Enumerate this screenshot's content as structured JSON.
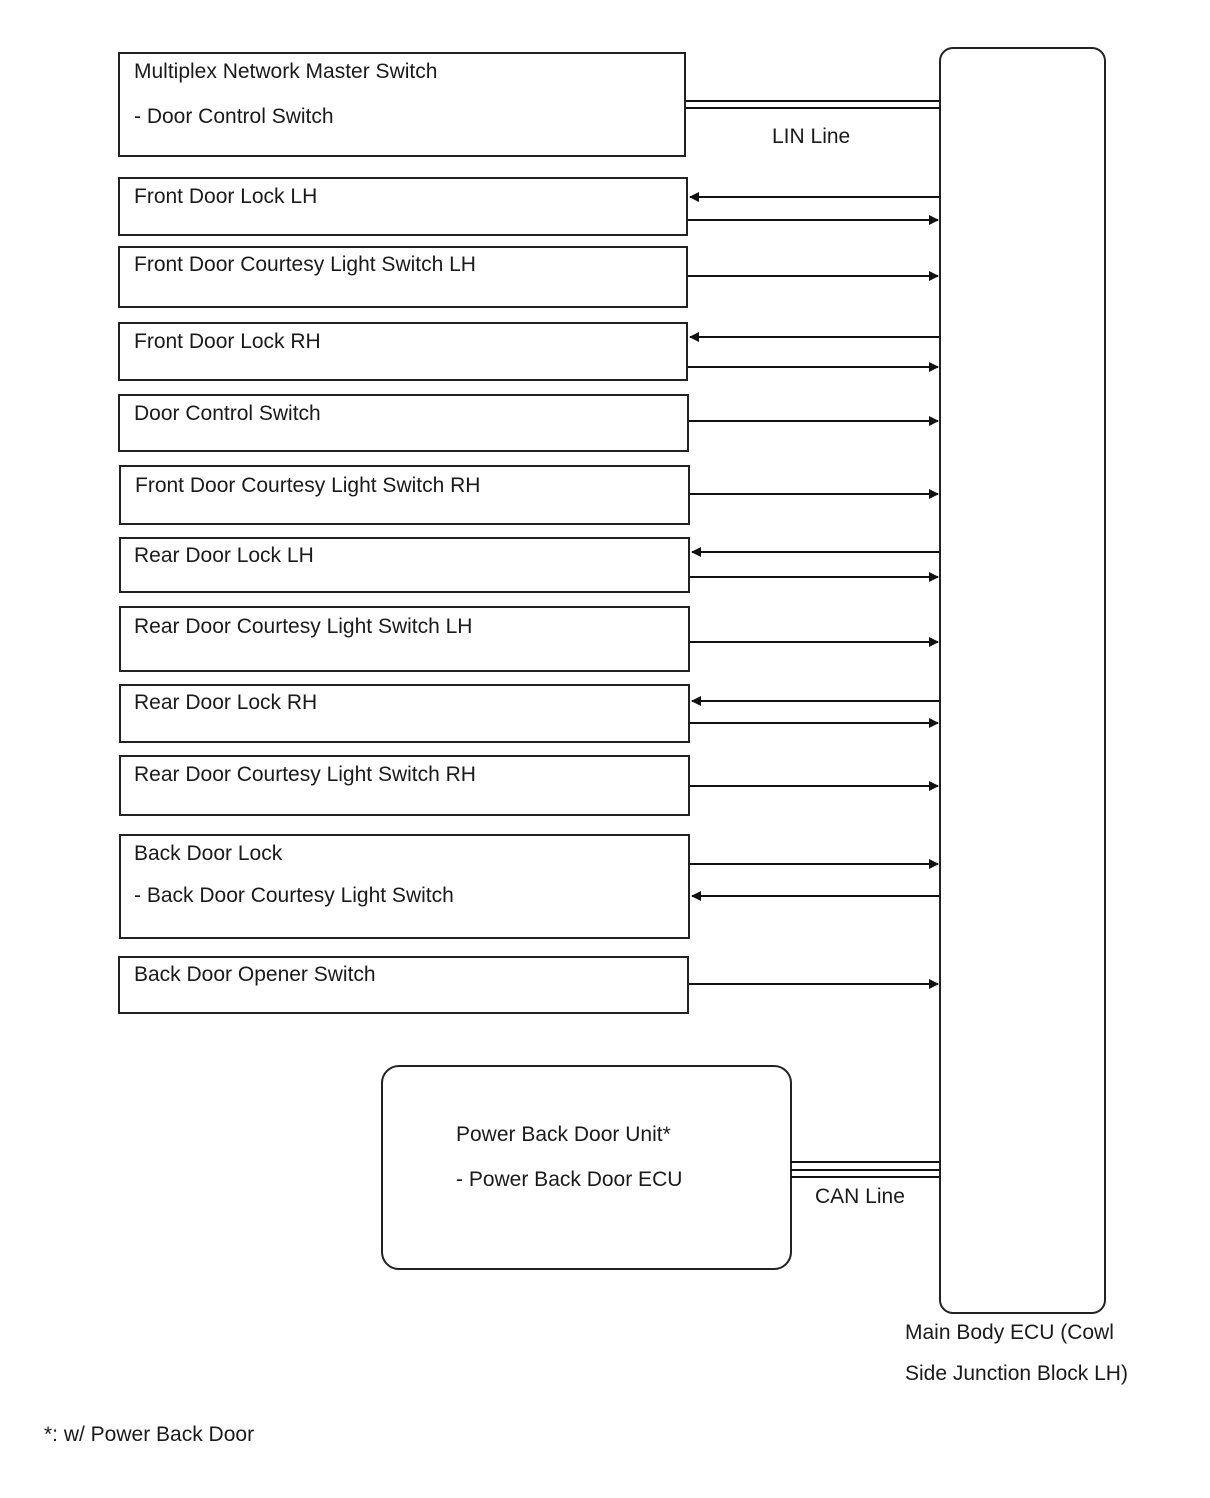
{
  "components": [
    {
      "id": "master",
      "lines": [
        "Multiplex Network Master Switch",
        "- Door Control Switch"
      ]
    },
    {
      "id": "fdl_lh",
      "lines": [
        "Front Door Lock LH"
      ]
    },
    {
      "id": "fdcl_lh",
      "lines": [
        "Front Door Courtesy Light Switch LH"
      ]
    },
    {
      "id": "fdl_rh",
      "lines": [
        "Front Door Lock RH"
      ]
    },
    {
      "id": "dcs",
      "lines": [
        "Door Control Switch"
      ]
    },
    {
      "id": "fdcl_rh",
      "lines": [
        "Front Door Courtesy Light Switch RH"
      ]
    },
    {
      "id": "rdl_lh",
      "lines": [
        "Rear Door Lock LH"
      ]
    },
    {
      "id": "rdcl_lh",
      "lines": [
        "Rear Door Courtesy Light Switch LH"
      ]
    },
    {
      "id": "rdl_rh",
      "lines": [
        "Rear Door Lock RH"
      ]
    },
    {
      "id": "rdcl_rh",
      "lines": [
        "Rear Door Courtesy Light Switch RH"
      ]
    },
    {
      "id": "bdl",
      "lines": [
        "Back Door Lock",
        "- Back Door Courtesy Light Switch"
      ]
    },
    {
      "id": "bdos",
      "lines": [
        "Back Door Opener Switch"
      ]
    }
  ],
  "power_unit": {
    "lines": [
      "Power Back Door Unit*",
      "- Power Back Door ECU"
    ]
  },
  "ecu": {
    "lines": [
      "Main Body ECU (Cowl",
      "Side Junction Block LH)"
    ]
  },
  "bus_labels": {
    "lin": "LIN Line",
    "can": "CAN Line"
  },
  "connections": [
    {
      "from": "master",
      "type": "LIN"
    },
    {
      "from": "fdl_lh",
      "signals": [
        "to_component",
        "to_ecu"
      ]
    },
    {
      "from": "fdcl_lh",
      "signals": [
        "to_ecu"
      ]
    },
    {
      "from": "fdl_rh",
      "signals": [
        "to_component",
        "to_ecu"
      ]
    },
    {
      "from": "dcs",
      "signals": [
        "to_ecu"
      ]
    },
    {
      "from": "fdcl_rh",
      "signals": [
        "to_ecu"
      ]
    },
    {
      "from": "rdl_lh",
      "signals": [
        "to_component",
        "to_ecu"
      ]
    },
    {
      "from": "rdcl_lh",
      "signals": [
        "to_ecu"
      ]
    },
    {
      "from": "rdl_rh",
      "signals": [
        "to_component",
        "to_ecu"
      ]
    },
    {
      "from": "rdcl_rh",
      "signals": [
        "to_ecu"
      ]
    },
    {
      "from": "bdl",
      "signals": [
        "to_ecu",
        "to_component"
      ]
    },
    {
      "from": "bdos",
      "signals": [
        "to_ecu"
      ]
    },
    {
      "from": "power_unit",
      "type": "CAN"
    }
  ],
  "footnote": "*: w/ Power Back Door"
}
